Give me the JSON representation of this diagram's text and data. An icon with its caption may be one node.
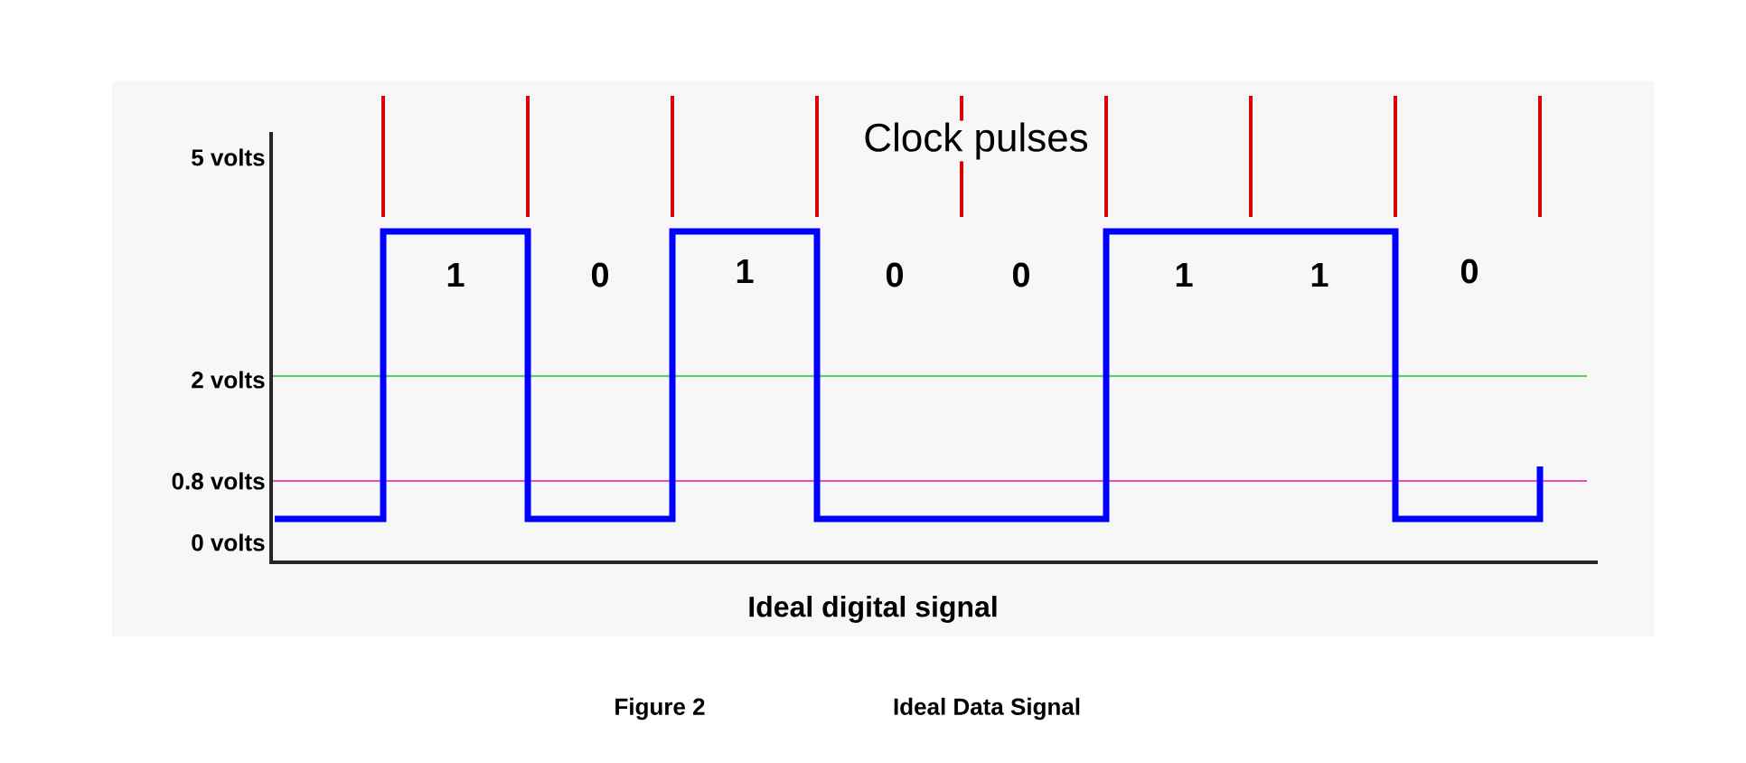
{
  "diagram": {
    "labels": [
      "Clock pulses",
      "5 volts",
      "1",
      "0",
      "1",
      "0",
      "0",
      "1",
      "1",
      "0",
      "2 volts",
      "0.8 volts",
      "0 volts",
      "Ideal digital signal",
      "Figure 2",
      "Ideal Data Signal"
    ]
  }
}
